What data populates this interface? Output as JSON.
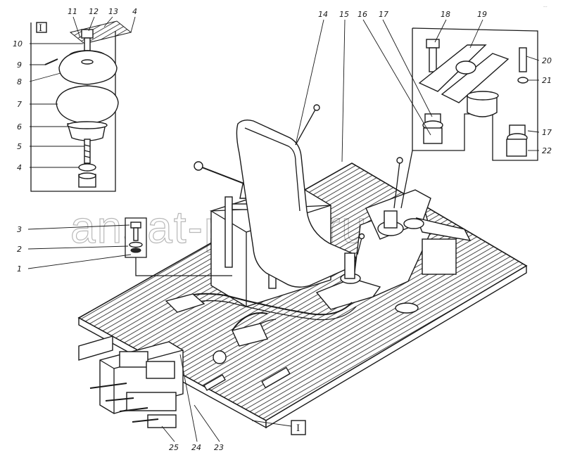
{
  "watermark": "ansat-parts.ru",
  "corner_mark": "...",
  "inset_marker": "I",
  "base_marker": "I",
  "callouts": [
    "1",
    "2",
    "3",
    "4",
    "5",
    "6",
    "7",
    "8",
    "9",
    "10",
    "11",
    "12",
    "13",
    "4",
    "14",
    "15",
    "16",
    "17",
    "18",
    "19",
    "20",
    "21",
    "17",
    "22",
    "23",
    "24",
    "25"
  ]
}
